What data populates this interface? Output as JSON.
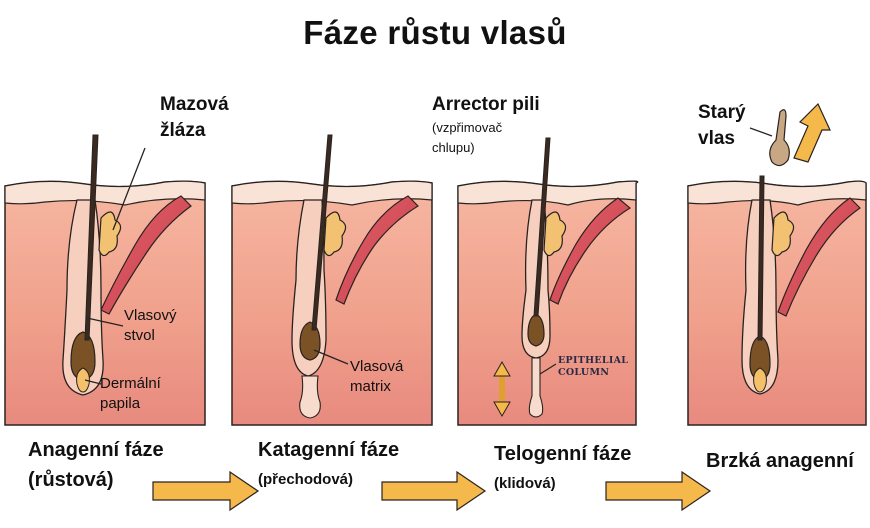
{
  "title": "Fáze růstu vlasů",
  "labels": {
    "sebaceous_gland": [
      "Mazová",
      "žláza"
    ],
    "arrector_pili": "Arrector pili",
    "arrector_pili_sub": [
      "(vzpřimovač",
      "chlupu)"
    ],
    "old_hair": [
      "Starý",
      "vlas"
    ],
    "hair_shaft": [
      "Vlasový",
      "stvol"
    ],
    "dermal_papilla": [
      "Dermální",
      "papila"
    ],
    "hair_matrix": [
      "Vlasová",
      "matrix"
    ],
    "epithelial_column": [
      "EPITHELIAL",
      "COLUMN"
    ]
  },
  "stages": [
    {
      "name": "Anagenní fáze",
      "sub": "(růstová)"
    },
    {
      "name": "Katagenní fáze",
      "sub": "(přechodová)"
    },
    {
      "name": "Telogenní fáze",
      "sub": "(klidová)"
    },
    {
      "name": "Brzká anagenní",
      "sub": ""
    }
  ],
  "colors": {
    "skin_top": "#f8ddd0",
    "skin_dermis": "#f2a48e",
    "skin_deep": "#e78e80",
    "gland": "#f2c272",
    "muscle": "#d94e57",
    "bulb": "#7a5226",
    "arrow": "#f5b84a",
    "outline": "#2a2220"
  }
}
